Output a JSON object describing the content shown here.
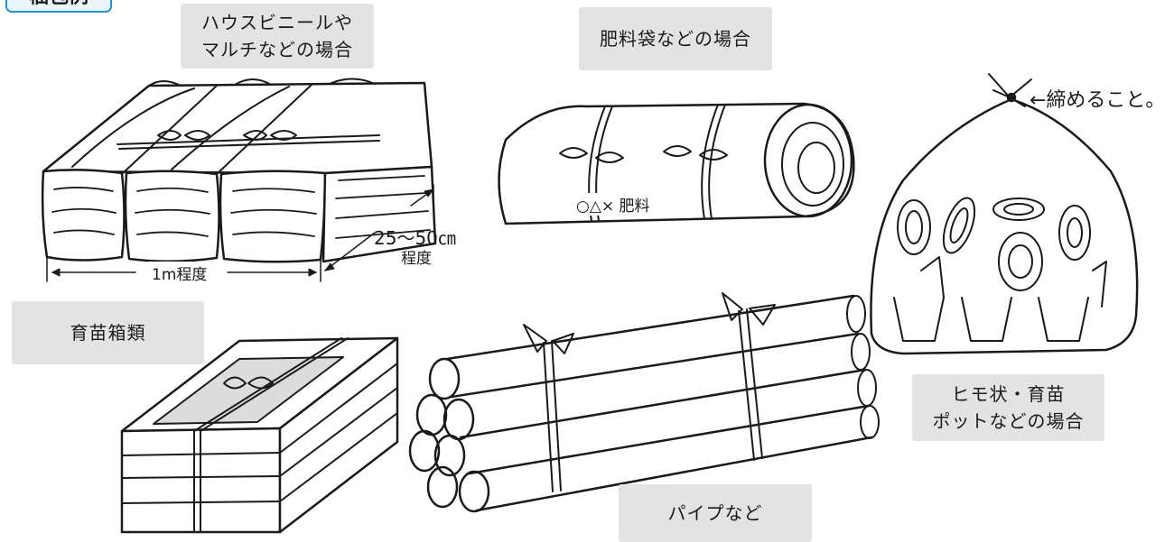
{
  "legend_badge": "梱包例",
  "tags": {
    "house_vinyl": [
      "ハウスビニールや",
      "マルチなどの場合"
    ],
    "fertilizer_bag": "肥料袋などの場合",
    "seedling_box": "育苗箱類",
    "pipe": "パイプなど",
    "string_pot": [
      "ヒモ状・育苗",
      "ポットなどの場合"
    ]
  },
  "annotations": {
    "tie_note": "←締めること。",
    "bag_label": "○△× 肥料",
    "height": "25〜50㎝",
    "height_suffix": "程度",
    "width": "1m程度"
  }
}
